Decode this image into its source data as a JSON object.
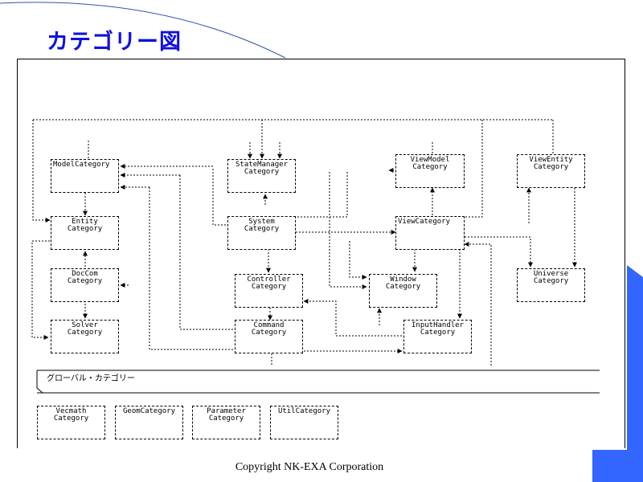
{
  "slide": {
    "title": "カテゴリー図",
    "footer": "Copyright NK-EXA Corporation",
    "accent_color": "#3366ff",
    "title_color": "#1010e0"
  },
  "diagram": {
    "categories": {
      "model": [
        "ModelCategory"
      ],
      "state_manager": [
        "StateManager",
        "Category"
      ],
      "view_model": [
        "ViewModel",
        "Category"
      ],
      "view_entity": [
        "ViewEntity",
        "Category"
      ],
      "entity": [
        "Entity",
        "Category"
      ],
      "system": [
        "System",
        "Category"
      ],
      "view": [
        "ViewCategory"
      ],
      "doc_com": [
        "DocCom",
        "Category"
      ],
      "controller": [
        "Controller",
        "Category"
      ],
      "window": [
        "Window",
        "Category"
      ],
      "universe": [
        "Universe",
        "Category"
      ],
      "solver": [
        "Solver",
        "Category"
      ],
      "command": [
        "Command",
        "Category"
      ],
      "input_handler": [
        "InputHandler",
        "Category"
      ]
    },
    "global_package": {
      "label": "グローバル・カテゴリー",
      "categories": {
        "vecmath": [
          "Vecmath",
          "Category"
        ],
        "geom": [
          "GeomCategory"
        ],
        "parameter": [
          "Parameter",
          "Category"
        ],
        "util": [
          "UtilCategory"
        ]
      }
    }
  }
}
